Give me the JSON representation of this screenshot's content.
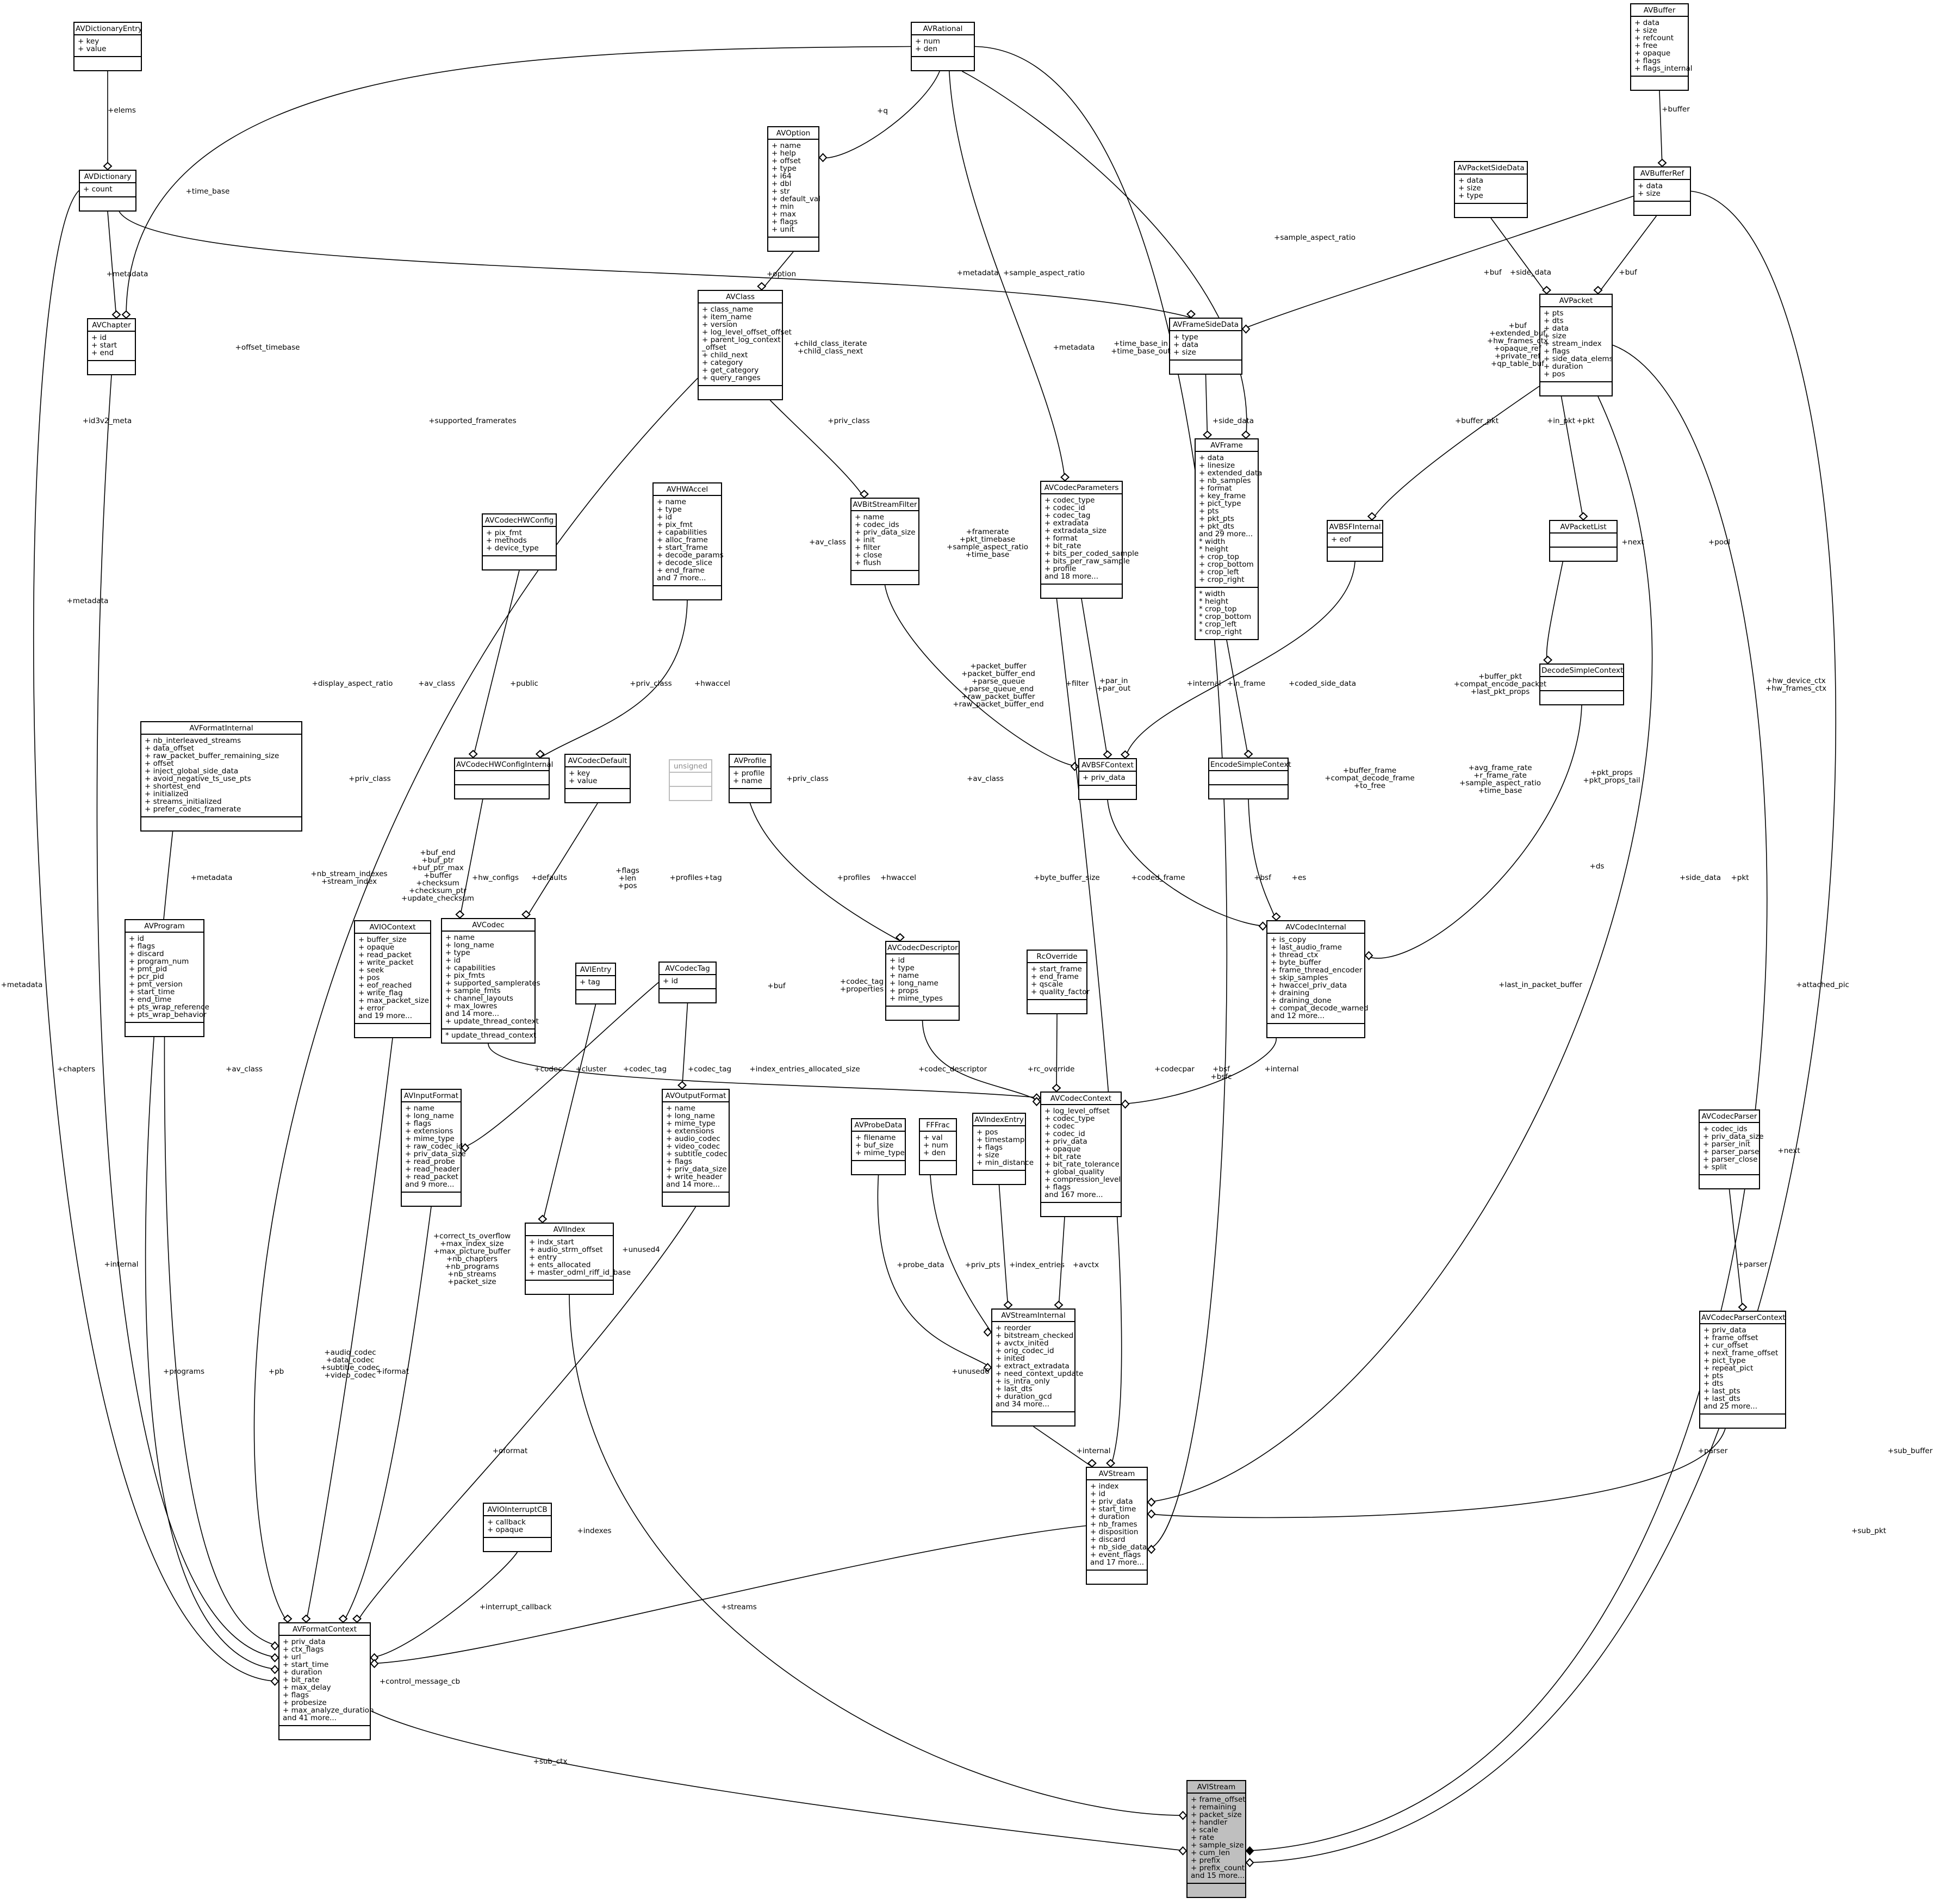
{
  "classes": {
    "AVDictionaryEntry": {
      "title": "AVDictionaryEntry",
      "attrs": [
        "+ key",
        "+ value"
      ],
      "ops": []
    },
    "AVRational": {
      "title": "AVRational",
      "attrs": [
        "+ num",
        "+ den"
      ],
      "ops": []
    },
    "AVBuffer": {
      "title": "AVBuffer",
      "attrs": [
        "+ data",
        "+ size",
        "+ refcount",
        "+ free",
        "+ opaque",
        "+ flags",
        "+ flags_internal"
      ],
      "ops": []
    },
    "AVDictionary": {
      "title": "AVDictionary",
      "attrs": [
        "+ count"
      ],
      "ops": []
    },
    "AVOption": {
      "title": "AVOption",
      "attrs": [
        "+ name",
        "+ help",
        "+ offset",
        "+ type",
        "+ i64",
        "+ dbl",
        "+ str",
        "+ default_val",
        "+ min",
        "+ max",
        "+ flags",
        "+ unit"
      ],
      "ops": []
    },
    "AVPacketSideData": {
      "title": "AVPacketSideData",
      "attrs": [
        "+ data",
        "+ size",
        "+ type"
      ],
      "ops": []
    },
    "AVBufferRef": {
      "title": "AVBufferRef",
      "attrs": [
        "+ data",
        "+ size"
      ],
      "ops": []
    },
    "AVChapter": {
      "title": "AVChapter",
      "attrs": [
        "+ id",
        "+ start",
        "+ end"
      ],
      "ops": []
    },
    "AVClass": {
      "title": "AVClass",
      "attrs": [
        "+ class_name",
        "+ item_name",
        "+ version",
        "+ log_level_offset_offset",
        "+ parent_log_context",
        "_offset",
        "+ child_next",
        "+ category",
        "+ get_category",
        "+ query_ranges"
      ],
      "ops": []
    },
    "AVFrameSideData": {
      "title": "AVFrameSideData",
      "attrs": [
        "+ type",
        "+ data",
        "+ size"
      ],
      "ops": []
    },
    "AVPacket": {
      "title": "AVPacket",
      "attrs": [
        "+ pts",
        "+ dts",
        "+ data",
        "+ size",
        "+ stream_index",
        "+ flags",
        "+ side_data_elems",
        "+ duration",
        "+ pos"
      ],
      "ops": []
    },
    "AVFrame": {
      "title": "AVFrame",
      "attrs": [
        "+ data",
        "+ linesize",
        "+ extended_data",
        "+ nb_samples",
        "+ format",
        "+ key_frame",
        "+ pict_type",
        "+ pts",
        "+ pkt_pts",
        "+ pkt_dts",
        "and 29 more...",
        "* width",
        "* height",
        "+ crop_top",
        "+ crop_bottom",
        "+ crop_left",
        "+ crop_right"
      ],
      "ops": [
        "* width",
        "* height",
        "* crop_top",
        "* crop_bottom",
        "* crop_left",
        "* crop_right"
      ]
    },
    "AVHWAccel": {
      "title": "AVHWAccel",
      "attrs": [
        "+ name",
        "+ type",
        "+ id",
        "+ pix_fmt",
        "+ capabilities",
        "+ alloc_frame",
        "+ start_frame",
        "+ decode_params",
        "+ decode_slice",
        "+ end_frame",
        "and 7 more..."
      ],
      "ops": []
    },
    "AVBitStreamFilter": {
      "title": "AVBitStreamFilter",
      "attrs": [
        "+ name",
        "+ codec_ids",
        "+ priv_data_size",
        "+ init",
        "+ filter",
        "+ close",
        "+ flush"
      ],
      "ops": []
    },
    "AVCodecParameters": {
      "title": "AVCodecParameters",
      "attrs": [
        "+ codec_type",
        "+ codec_id",
        "+ codec_tag",
        "+ extradata",
        "+ extradata_size",
        "+ format",
        "+ bit_rate",
        "+ bits_per_coded_sample",
        "+ bits_per_raw_sample",
        "+ profile",
        "and 18 more..."
      ],
      "ops": []
    },
    "AVBSFInternal": {
      "title": "AVBSFInternal",
      "attrs": [
        "+ eof"
      ],
      "ops": []
    },
    "AVPacketList": {
      "title": "AVPacketList",
      "attrs": [],
      "ops": []
    },
    "AVCodecHWConfig": {
      "title": "AVCodecHWConfig",
      "attrs": [
        "+ pix_fmt",
        "+ methods",
        "+ device_type"
      ],
      "ops": []
    },
    "DecodeSimpleContext": {
      "title": "DecodeSimpleContext",
      "attrs": [],
      "ops": []
    },
    "AVFormatInternal": {
      "title": "AVFormatInternal",
      "attrs": [
        "+ nb_interleaved_streams",
        "+ data_offset",
        "+ raw_packet_buffer_remaining_size",
        "+ offset",
        "+ inject_global_side_data",
        "+ avoid_negative_ts_use_pts",
        "+ shortest_end",
        "+ initialized",
        "+ streams_initialized",
        "+ prefer_codec_framerate"
      ],
      "ops": []
    },
    "AVCodecHWConfigInternal": {
      "title": "AVCodecHWConfigInternal",
      "attrs": [],
      "ops": []
    },
    "AVCodecDefault": {
      "title": "AVCodecDefault",
      "attrs": [
        "+ key",
        "+ value"
      ],
      "ops": []
    },
    "unsigned": {
      "title": "unsigned",
      "attrs": [],
      "ops": []
    },
    "AVProfile": {
      "title": "AVProfile",
      "attrs": [
        "+ profile",
        "+ name"
      ],
      "ops": []
    },
    "AVBSFContext": {
      "title": "AVBSFContext",
      "attrs": [
        "+ priv_data"
      ],
      "ops": []
    },
    "EncodeSimpleContext": {
      "title": "EncodeSimpleContext",
      "attrs": [],
      "ops": []
    },
    "AVProgram": {
      "title": "AVProgram",
      "attrs": [
        "+ id",
        "+ flags",
        "+ discard",
        "+ program_num",
        "+ pmt_pid",
        "+ pcr_pid",
        "+ pmt_version",
        "+ start_time",
        "+ end_time",
        "+ pts_wrap_reference",
        "+ pts_wrap_behavior"
      ],
      "ops": []
    },
    "AVIOContext": {
      "title": "AVIOContext",
      "attrs": [
        "+ buffer_size",
        "+ opaque",
        "+ read_packet",
        "+ write_packet",
        "+ seek",
        "+ pos",
        "+ eof_reached",
        "+ write_flag",
        "+ max_packet_size",
        "+ error",
        "and 19 more..."
      ],
      "ops": []
    },
    "AVCodec": {
      "title": "AVCodec",
      "attrs": [
        "+ name",
        "+ long_name",
        "+ type",
        "+ id",
        "+ capabilities",
        "+ pix_fmts",
        "+ supported_samplerates",
        "+ sample_fmts",
        "+ channel_layouts",
        "+ max_lowres",
        "and 14 more...",
        "+ update_thread_context"
      ],
      "ops": [
        "* update_thread_context"
      ]
    },
    "AVIEntry": {
      "title": "AVIEntry",
      "attrs": [
        "+ tag"
      ],
      "ops": []
    },
    "AVCodecTag": {
      "title": "AVCodecTag",
      "attrs": [
        "+ id"
      ],
      "ops": []
    },
    "AVCodecDescriptor": {
      "title": "AVCodecDescriptor",
      "attrs": [
        "+ id",
        "+ type",
        "+ name",
        "+ long_name",
        "+ props",
        "+ mime_types"
      ],
      "ops": []
    },
    "RcOverride": {
      "title": "RcOverride",
      "attrs": [
        "+ start_frame",
        "+ end_frame",
        "+ qscale",
        "+ quality_factor"
      ],
      "ops": []
    },
    "AVCodecInternal": {
      "title": "AVCodecInternal",
      "attrs": [
        "+ is_copy",
        "+ last_audio_frame",
        "+ thread_ctx",
        "+ byte_buffer",
        "+ frame_thread_encoder",
        "+ skip_samples",
        "+ hwaccel_priv_data",
        "+ draining",
        "+ draining_done",
        "+ compat_decode_warned",
        "and 12 more..."
      ],
      "ops": []
    },
    "AVInputFormat": {
      "title": "AVInputFormat",
      "attrs": [
        "+ name",
        "+ long_name",
        "+ flags",
        "+ extensions",
        "+ mime_type",
        "+ raw_codec_id",
        "+ priv_data_size",
        "+ read_probe",
        "+ read_header",
        "+ read_packet",
        "and 9 more..."
      ],
      "ops": []
    },
    "AVOutputFormat": {
      "title": "AVOutputFormat",
      "attrs": [
        "+ name",
        "+ long_name",
        "+ mime_type",
        "+ extensions",
        "+ audio_codec",
        "+ video_codec",
        "+ subtitle_codec",
        "+ flags",
        "+ priv_data_size",
        "+ write_header",
        "and 14 more..."
      ],
      "ops": []
    },
    "AVProbeData": {
      "title": "AVProbeData",
      "attrs": [
        "+ filename",
        "+ buf_size",
        "+ mime_type"
      ],
      "ops": []
    },
    "FFFrac": {
      "title": "FFFrac",
      "attrs": [
        "+ val",
        "+ num",
        "+ den"
      ],
      "ops": []
    },
    "AVIndexEntry": {
      "title": "AVIndexEntry",
      "attrs": [
        "+ pos",
        "+ timestamp",
        "+ flags",
        "+ size",
        "+ min_distance"
      ],
      "ops": []
    },
    "AVCodecContext": {
      "title": "AVCodecContext",
      "attrs": [
        "+ log_level_offset",
        "+ codec_type",
        "+ codec",
        "+ codec_id",
        "+ priv_data",
        "+ opaque",
        "+ bit_rate",
        "+ bit_rate_tolerance",
        "+ global_quality",
        "+ compression_level",
        "+ flags",
        "and 167 more..."
      ],
      "ops": []
    },
    "AVCodecParser": {
      "title": "AVCodecParser",
      "attrs": [
        "+ codec_ids",
        "+ priv_data_size",
        "+ parser_init",
        "+ parser_parse",
        "+ parser_close",
        "+ split"
      ],
      "ops": []
    },
    "AVIIndex": {
      "title": "AVIIndex",
      "attrs": [
        "+ indx_start",
        "+ audio_strm_offset",
        "+ entry",
        "+ ents_allocated",
        "+ master_odml_riff_id_base"
      ],
      "ops": []
    },
    "AVStreamInternal": {
      "title": "AVStreamInternal",
      "attrs": [
        "+ reorder",
        "+ bitstream_checked",
        "+ avctx_inited",
        "+ orig_codec_id",
        "+ inited",
        "+ extract_extradata",
        "+ need_context_update",
        "+ is_intra_only",
        "+ last_dts",
        "+ duration_gcd",
        "and 34 more..."
      ],
      "ops": []
    },
    "AVCodecParserContext": {
      "title": "AVCodecParserContext",
      "attrs": [
        "+ priv_data",
        "+ frame_offset",
        "+ cur_offset",
        "+ next_frame_offset",
        "+ pict_type",
        "+ repeat_pict",
        "+ pts",
        "+ dts",
        "+ last_pts",
        "+ last_dts",
        "and 25 more..."
      ],
      "ops": []
    },
    "AVStream": {
      "title": "AVStream",
      "attrs": [
        "+ index",
        "+ id",
        "+ priv_data",
        "+ start_time",
        "+ duration",
        "+ nb_frames",
        "+ disposition",
        "+ discard",
        "+ nb_side_data",
        "+ event_flags",
        "and 17 more..."
      ],
      "ops": []
    },
    "AVIOInterruptCB": {
      "title": "AVIOInterruptCB",
      "attrs": [
        "+ callback",
        "+ opaque"
      ],
      "ops": []
    },
    "AVFormatContext": {
      "title": "AVFormatContext",
      "attrs": [
        "+ priv_data",
        "+ ctx_flags",
        "+ url",
        "+ start_time",
        "+ duration",
        "+ bit_rate",
        "+ max_delay",
        "+ flags",
        "+ probesize",
        "+ max_analyze_duration",
        "and 41 more..."
      ],
      "ops": []
    },
    "AVIStream": {
      "title": "AVIStream",
      "attrs": [
        "+ frame_offset",
        "+ remaining",
        "+ packet_size",
        "+ handler",
        "+ scale",
        "+ rate",
        "+ sample_size",
        "+ cum_len",
        "+ prefix",
        "+ prefix_count",
        "and 15 more..."
      ],
      "ops": []
    }
  },
  "labels": {
    "elems": "+elems",
    "time_base": "+time_base",
    "q": "+q",
    "buffer": "+buffer",
    "metadata_chapter": "+metadata",
    "metadata_fsd": "+metadata",
    "sample_aspect_ratio_cp": "+sample_aspect_ratio",
    "sample_aspect_ratio_fr": "+sample_aspect_ratio",
    "option": "+option",
    "buf_fsd": "+buf",
    "side_data_pkt": "+side_data",
    "buf_pkt": "+buf",
    "child_class": "+child_class_iterate\n+child_class_next",
    "metadata_fr": "+metadata",
    "time_base_in": "+time_base_in\n+time_base_out",
    "side_data_fr": "+side_data",
    "buf_ext": "+buf\n+extended_buf\n+hw_frames_ctx\n+opaque_ref\n+private_ref\n+qp_table_buf",
    "offset_timebase": "+offset_timebase",
    "id3v2": "+id3v2_meta",
    "supported_framerates": "+supported_framerates",
    "priv_class_bsf": "+priv_class",
    "buffer_pkt": "+buffer_pkt",
    "in_pkt": "+in_pkt",
    "pkt_pl": "+pkt",
    "next_pl": "+next",
    "av_class_1": "+av_class",
    "framerate": "+framerate\n+pkt_timebase\n+sample_aspect_ratio\n+time_base",
    "hw_device": "+hw_device_ctx\n+hw_frames_ctx",
    "pool": "+pool",
    "metadata_fi": "+metadata",
    "display_aspect": "+display_aspect_ratio",
    "av_class_2": "+av_class",
    "priv_class_1": "+priv_class",
    "hwaccel": "+hwaccel",
    "public": "+public",
    "filter": "+filter",
    "par_in": "+par_in\n+par_out",
    "internal_bsf": "+internal",
    "in_frame": "+in_frame",
    "coded_side_data": "+coded_side_data",
    "packet_buffer": "+packet_buffer\n+packet_buffer_end\n+parse_queue\n+parse_queue_end\n+raw_packet_buffer\n+raw_packet_buffer_end",
    "buffer_pkt_2": "+buffer_pkt\n+compat_encode_packet\n+last_pkt_props",
    "priv_class_2": "+priv_class",
    "priv_class_3": "+priv_class",
    "av_class_3": "+av_class",
    "buf_end": "+buf_end\n+buf_ptr\n+buf_ptr_max\n+buffer\n+checksum\n+checksum_ptr\n+update_checksum",
    "flags_len": "+flags\n+len\n+pos",
    "profiles_1": "+profiles",
    "tag": "+tag",
    "profiles_2": "+profiles",
    "hw_configs": "+hw_configs",
    "defaults": "+defaults",
    "nb_stream": "+nb_stream_indexes\n+stream_index",
    "metadata_prog": "+metadata",
    "byte_buffer_size": "+byte_buffer_size",
    "hwaccel_2": "+hwaccel",
    "coded_frame": "+coded_frame",
    "bsf": "+bsf",
    "es": "+es",
    "buffer_frame": "+buffer_frame\n+compat_decode_frame\n+to_free",
    "avg_frame_rate": "+avg_frame_rate\n+r_frame_rate\n+sample_aspect_ratio\n+time_base",
    "pkt_props": "+pkt_props\n+pkt_props_tail",
    "ds": "+ds",
    "side_data_st": "+side_data",
    "pkt_st": "+pkt",
    "codec_tag_props": "+codec_tag\n+properties",
    "buf_probe": "+buf",
    "rc_override": "+rc_override",
    "codec_descriptor": "+codec_descriptor",
    "codec": "+codec",
    "codec_tag_1": "+codec_tag",
    "codec_tag_2": "+codec_tag",
    "index_entries_alloc": "+index_entries_allocated_size",
    "cluster": "+cluster",
    "last_in_packet": "+last_in_packet_buffer",
    "attached_pic": "+attached_pic",
    "internal_cc": "+internal",
    "codecpar": "+codecpar",
    "bsfc": "+bsf\n+bsfc",
    "next_parser": "+next",
    "metadata_left": "+metadata",
    "av_class_fc": "+av_class",
    "chapters": "+chapters",
    "internal_fc": "+internal",
    "programs": "+programs",
    "pb": "+pb",
    "audio_codec": "+audio_codec\n+data_codec\n+subtitle_codec\n+video_codec",
    "iformat": "+iformat",
    "oformat": "+oformat",
    "unused4": "+unused4",
    "correct_ts": "+correct_ts_overflow\n+max_index_size\n+max_picture_buffer\n+nb_chapters\n+nb_programs\n+nb_streams\n+packet_size",
    "probe_data": "+probe_data",
    "priv_pts": "+priv_pts",
    "index_entries": "+index_entries",
    "avctx": "+avctx",
    "unused6": "+unused6",
    "internal_st": "+internal",
    "parser": "+parser",
    "parser_ctx": "+parser",
    "indexes": "+indexes",
    "interrupt_callback": "+interrupt_callback",
    "streams": "+streams",
    "control_message_cb": "+control_message_cb",
    "sub_ctx": "+sub_ctx",
    "sub_pkt": "+sub_pkt",
    "sub_buffer": "+sub_buffer"
  }
}
